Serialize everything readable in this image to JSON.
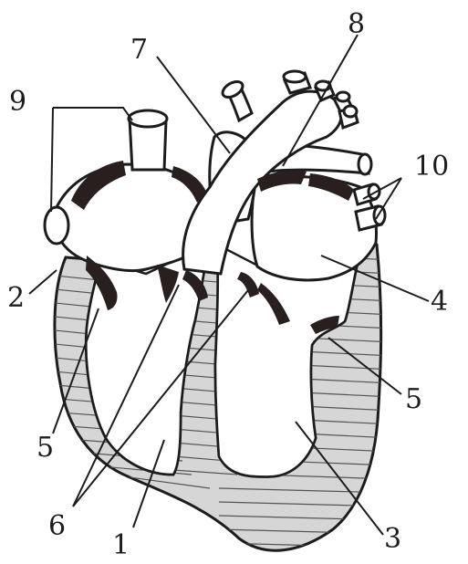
{
  "labels": {
    "l1": "1",
    "l2": "2",
    "l3": "3",
    "l4": "4",
    "l5a": "5",
    "l5b": "5",
    "l6": "6",
    "l7": "7",
    "l8": "8",
    "l9": "9",
    "l10": "10"
  },
  "colors": {
    "ink": "#1c1c1c",
    "wall": "#cfcfcf",
    "dark": "#2a1f1f"
  }
}
